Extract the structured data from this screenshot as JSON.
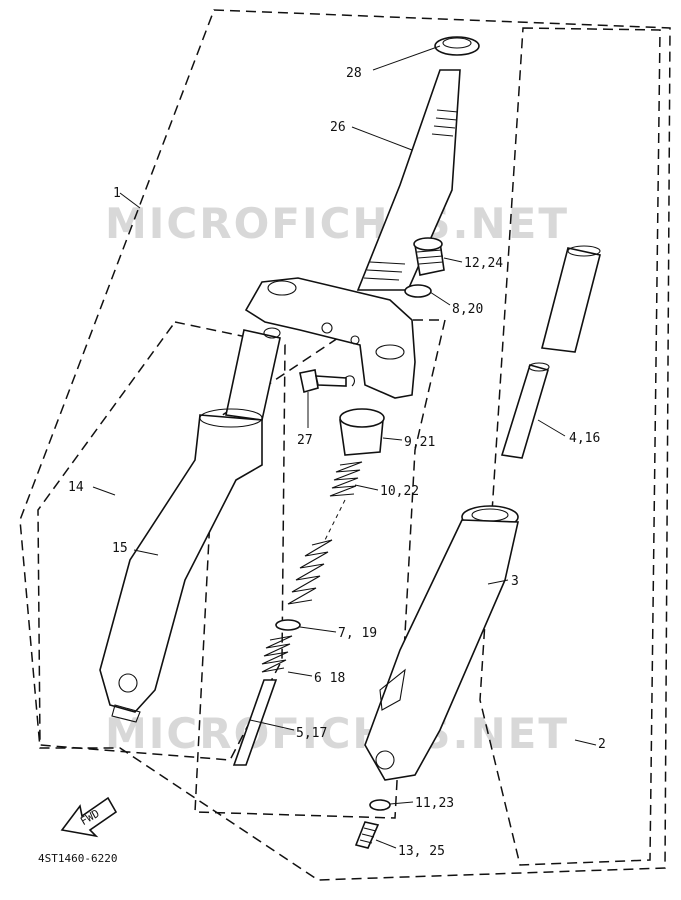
{
  "watermark": "MICROFICHES.NET",
  "drawing_code": "4ST1460-6220",
  "fwd_label": "FWD",
  "callouts": [
    {
      "id": "c1",
      "text": "1"
    },
    {
      "id": "c2",
      "text": "2"
    },
    {
      "id": "c3",
      "text": "3"
    },
    {
      "id": "c4",
      "text": "4,16"
    },
    {
      "id": "c5",
      "text": "5,17"
    },
    {
      "id": "c6",
      "text": "6 18"
    },
    {
      "id": "c7",
      "text": "7, 19"
    },
    {
      "id": "c8",
      "text": "8,20"
    },
    {
      "id": "c9",
      "text": "9,21"
    },
    {
      "id": "c10",
      "text": "10,22"
    },
    {
      "id": "c11",
      "text": "11,23"
    },
    {
      "id": "c12",
      "text": "12,24"
    },
    {
      "id": "c13",
      "text": "13, 25"
    },
    {
      "id": "c14",
      "text": "14"
    },
    {
      "id": "c15",
      "text": "15"
    },
    {
      "id": "c26",
      "text": "26"
    },
    {
      "id": "c27",
      "text": "27"
    },
    {
      "id": "c28",
      "text": "28"
    }
  ]
}
